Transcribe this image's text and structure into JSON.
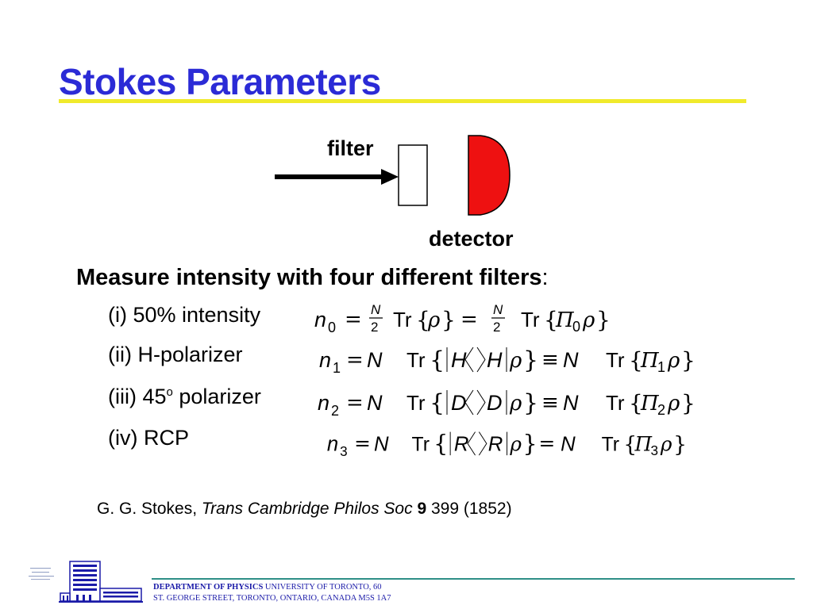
{
  "title": "Stokes Parameters",
  "diagram": {
    "filter_label": "filter",
    "detector_label": "detector",
    "detector_color": "#ee1111"
  },
  "subheading": {
    "text": "Measure intensity with four different filters",
    "colon": ":"
  },
  "measurements": [
    {
      "label": "(i) 50% intensity",
      "eq": {
        "n": "n",
        "sub": "0",
        "N": "N",
        "two": "2",
        "Tr": "Tr",
        "rho": "ρ",
        "Pi": "Π",
        "pisub": "0"
      }
    },
    {
      "label": "(ii) H-polarizer",
      "eq": {
        "n": "n",
        "sub": "1",
        "N": "N",
        "state": "H",
        "Tr": "Tr",
        "rho": "ρ",
        "rel": "≡",
        "Pi": "Π",
        "pisub": "1"
      }
    },
    {
      "label_pre": "(iii) 45",
      "label_sup": "o",
      "label_post": " polarizer",
      "eq": {
        "n": "n",
        "sub": "2",
        "N": "N",
        "state": "D",
        "Tr": "Tr",
        "rho": "ρ",
        "rel": "≡",
        "Pi": "Π",
        "pisub": "2"
      }
    },
    {
      "label": "(iv) RCP",
      "eq": {
        "n": "n",
        "sub": "3",
        "N": "N",
        "state": "R",
        "Tr": "Tr",
        "rho": "ρ",
        "rel": "=",
        "Pi": "Π",
        "pisub": "3"
      }
    }
  ],
  "citation": {
    "authors": "G. G. Stokes, ",
    "journal": "Trans Cambridge Philos Soc",
    "volume": "9",
    "rest": " 399 (1852)"
  },
  "footer": {
    "dept": "DEPARTMENT OF PHYSICS",
    "line1_rest": "  UNIVERSITY OF TORONTO, 60",
    "line2": "ST. GEORGE STREET, TORONTO, ONTARIO, CANADA M5S 1A7"
  },
  "colors": {
    "title": "#2b2bd6",
    "title_underline": "#f0ea2c",
    "footer_text": "#1a1aa8",
    "footer_rule": "#2f8f87"
  }
}
